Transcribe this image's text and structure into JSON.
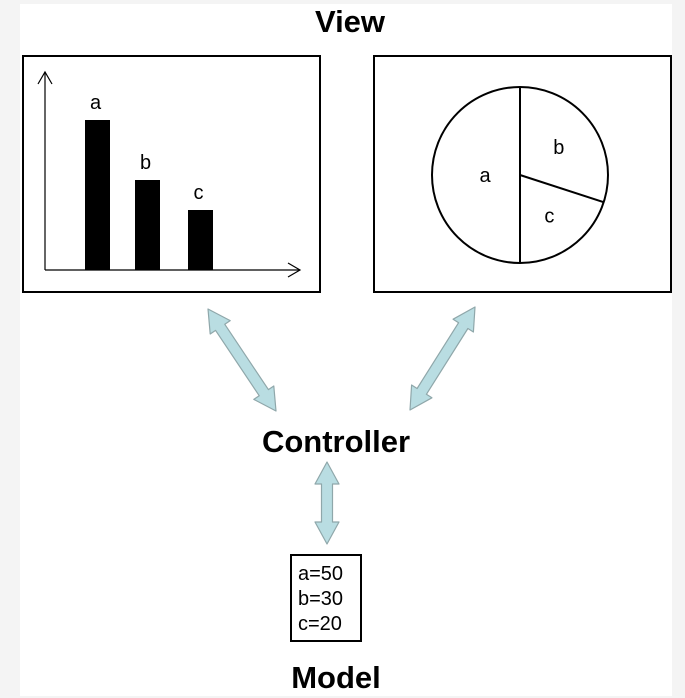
{
  "view": {
    "title": "View"
  },
  "controller": {
    "title": "Controller"
  },
  "model": {
    "title": "Model",
    "lines": [
      "a=50",
      "b=30",
      "c=20"
    ]
  },
  "bar_chart": {
    "categories": [
      "a",
      "b",
      "c"
    ],
    "values": [
      50,
      30,
      20
    ]
  },
  "pie_chart": {
    "labels": [
      "a",
      "b",
      "c"
    ],
    "values": [
      50,
      30,
      20
    ]
  },
  "colors": {
    "arrow_fill": "#b9dde2",
    "arrow_stroke": "#8fa7aa",
    "bar_fill": "#000000",
    "panel_fill": "#ffffff",
    "background": "#f4f4f4"
  }
}
